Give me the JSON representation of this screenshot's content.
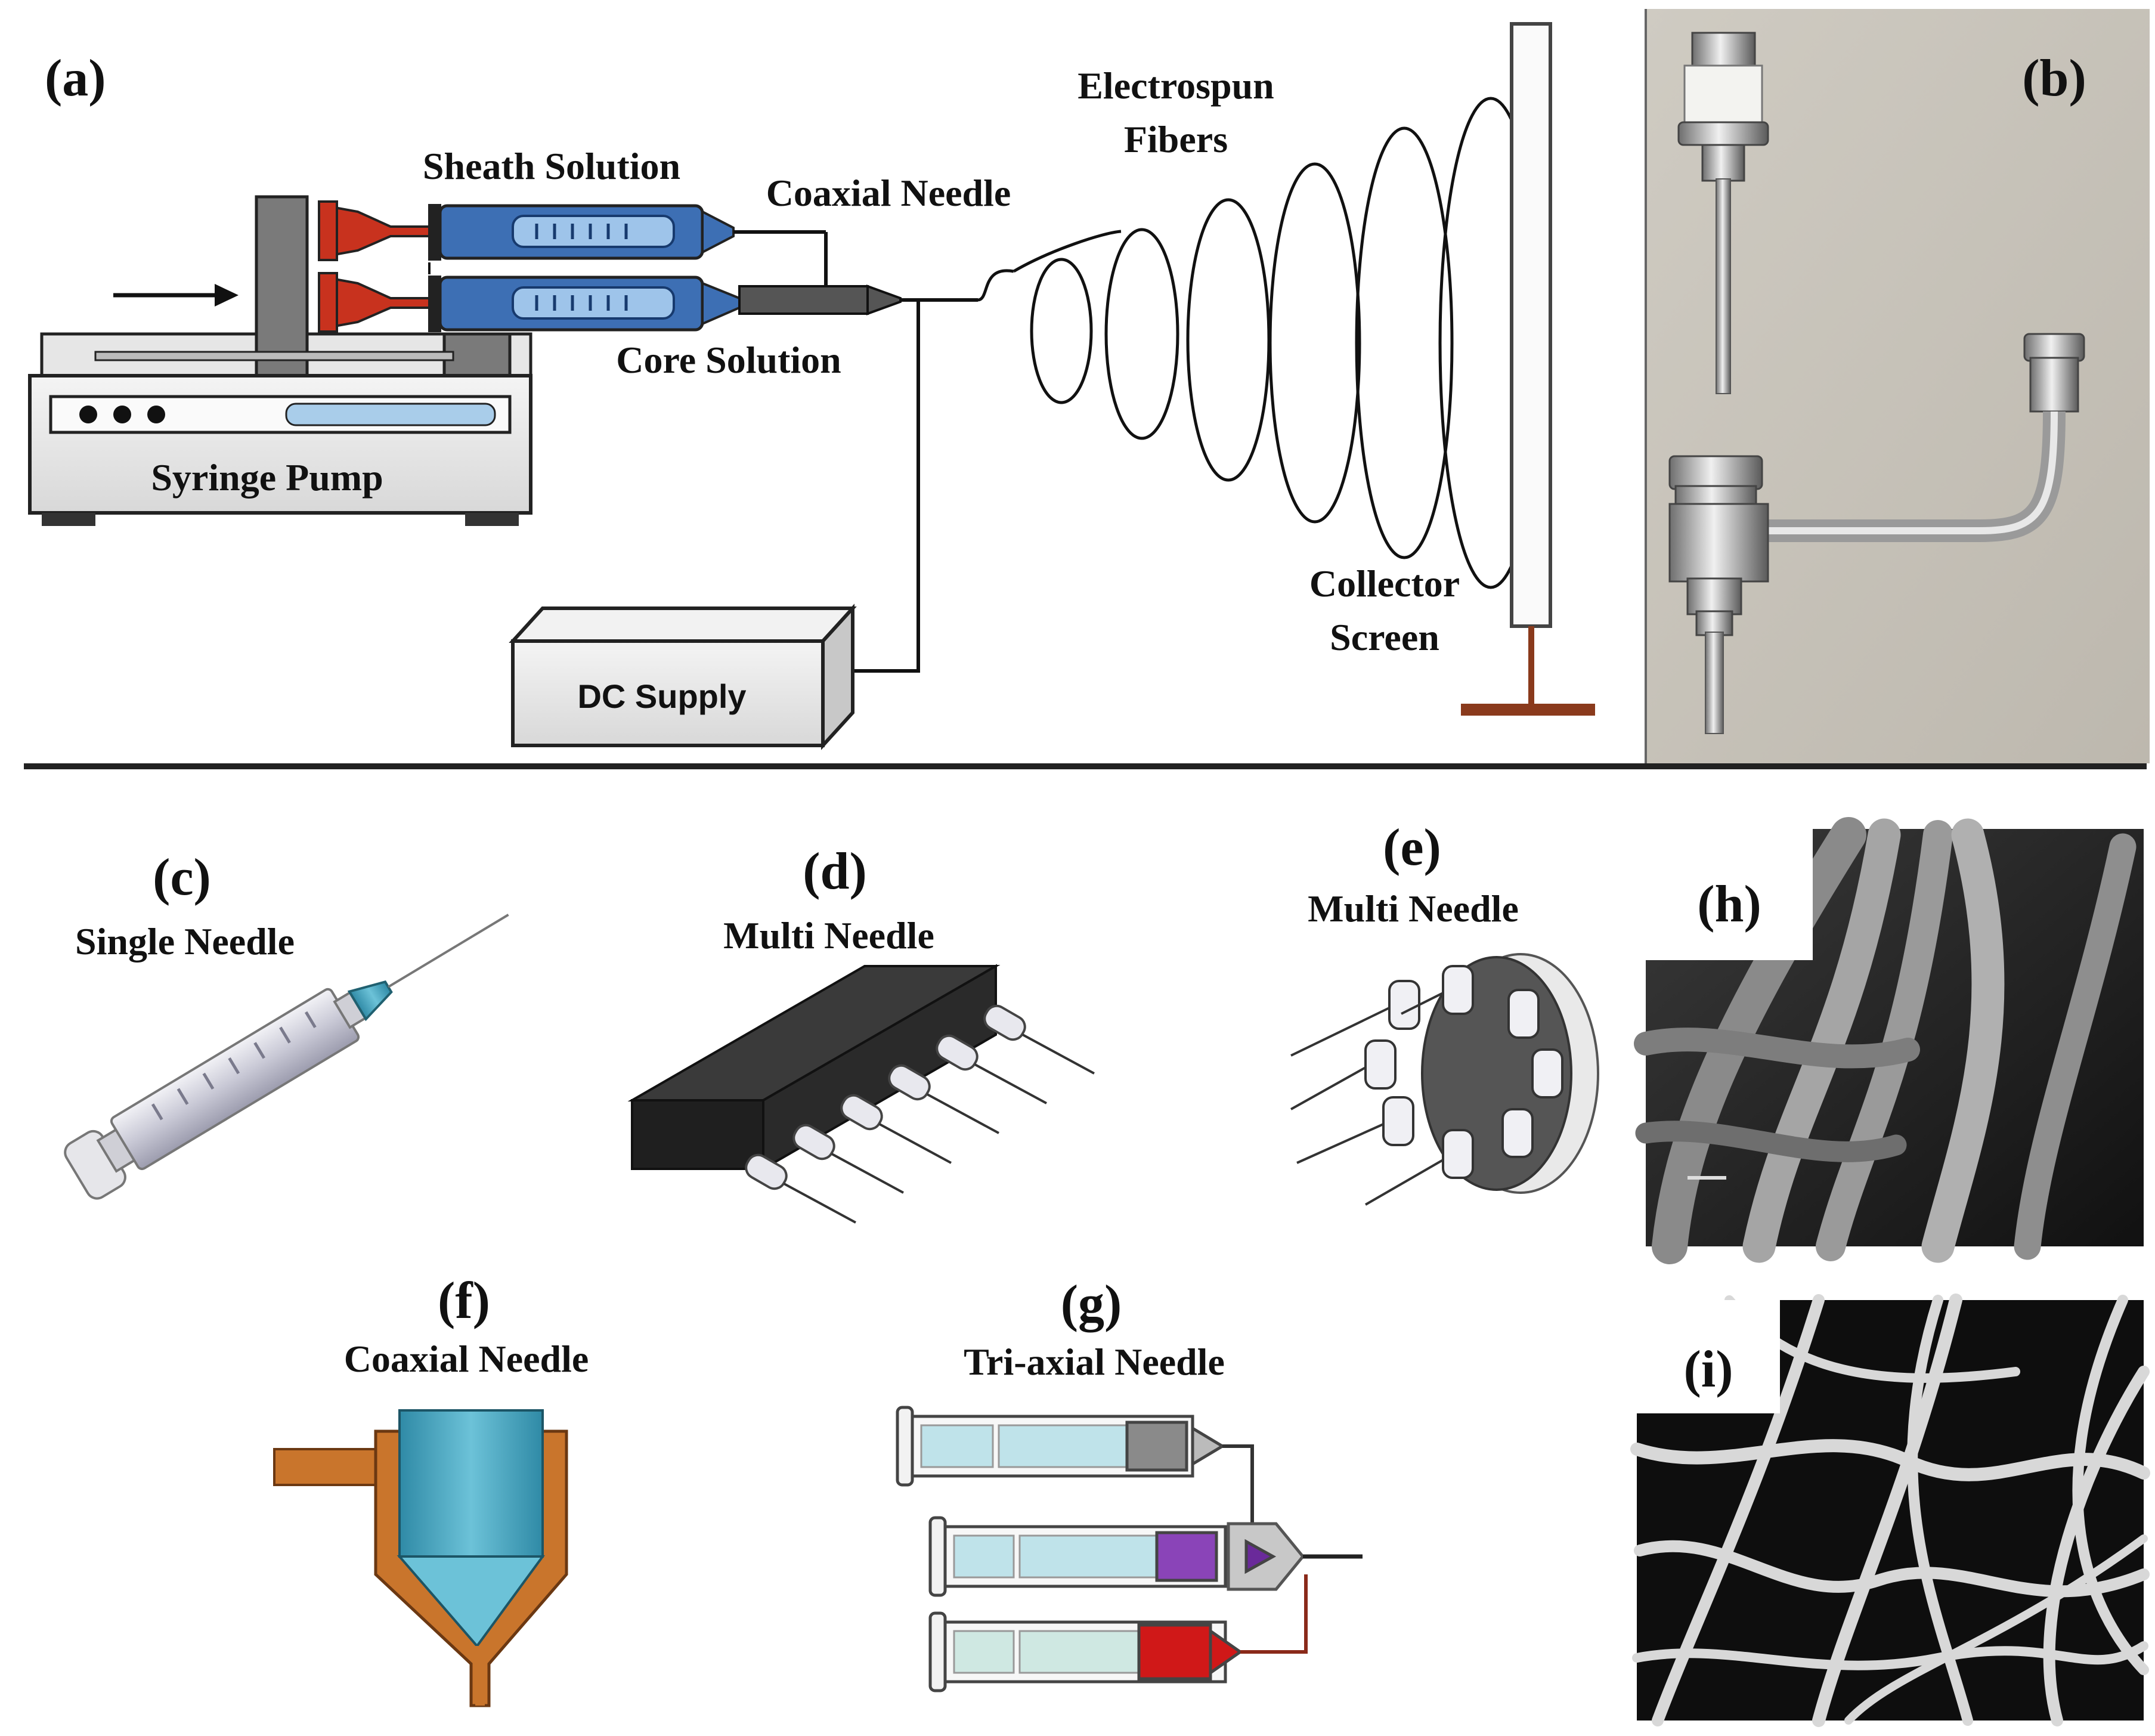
{
  "panels": {
    "a": {
      "tag": "(a)",
      "sheath_solution": "Sheath Solution",
      "coaxial_needle": "Coaxial Needle",
      "core_solution": "Core Solution",
      "syringe_pump": "Syringe Pump",
      "dc_supply": "DC Supply",
      "electrospun_line1": "Electrospun",
      "electrospun_line2": "Fibers",
      "collector_line1": "Collector",
      "collector_line2": "Screen"
    },
    "b": {
      "tag": "(b)"
    },
    "c": {
      "tag": "(c)",
      "label": "Single Needle"
    },
    "d": {
      "tag": "(d)",
      "label": "Multi Needle"
    },
    "e": {
      "tag": "(e)",
      "label": "Multi Needle"
    },
    "f": {
      "tag": "(f)",
      "label": "Coaxial Needle"
    },
    "g": {
      "tag": "(g)",
      "label": "Tri-axial Needle"
    },
    "h": {
      "tag": "(h)"
    },
    "i": {
      "tag": "(i)"
    }
  },
  "colors": {
    "plunger_red": "#c8321e",
    "syringe_blue": "#3d6fb4",
    "collector_stand": "#8a3a1c",
    "coax_copper": "#c9752c",
    "coax_teal": "#4aa6c0",
    "triax_purple": "#8a44b8",
    "triax_red": "#d01818",
    "triax_gray": "#8a8a8a"
  }
}
